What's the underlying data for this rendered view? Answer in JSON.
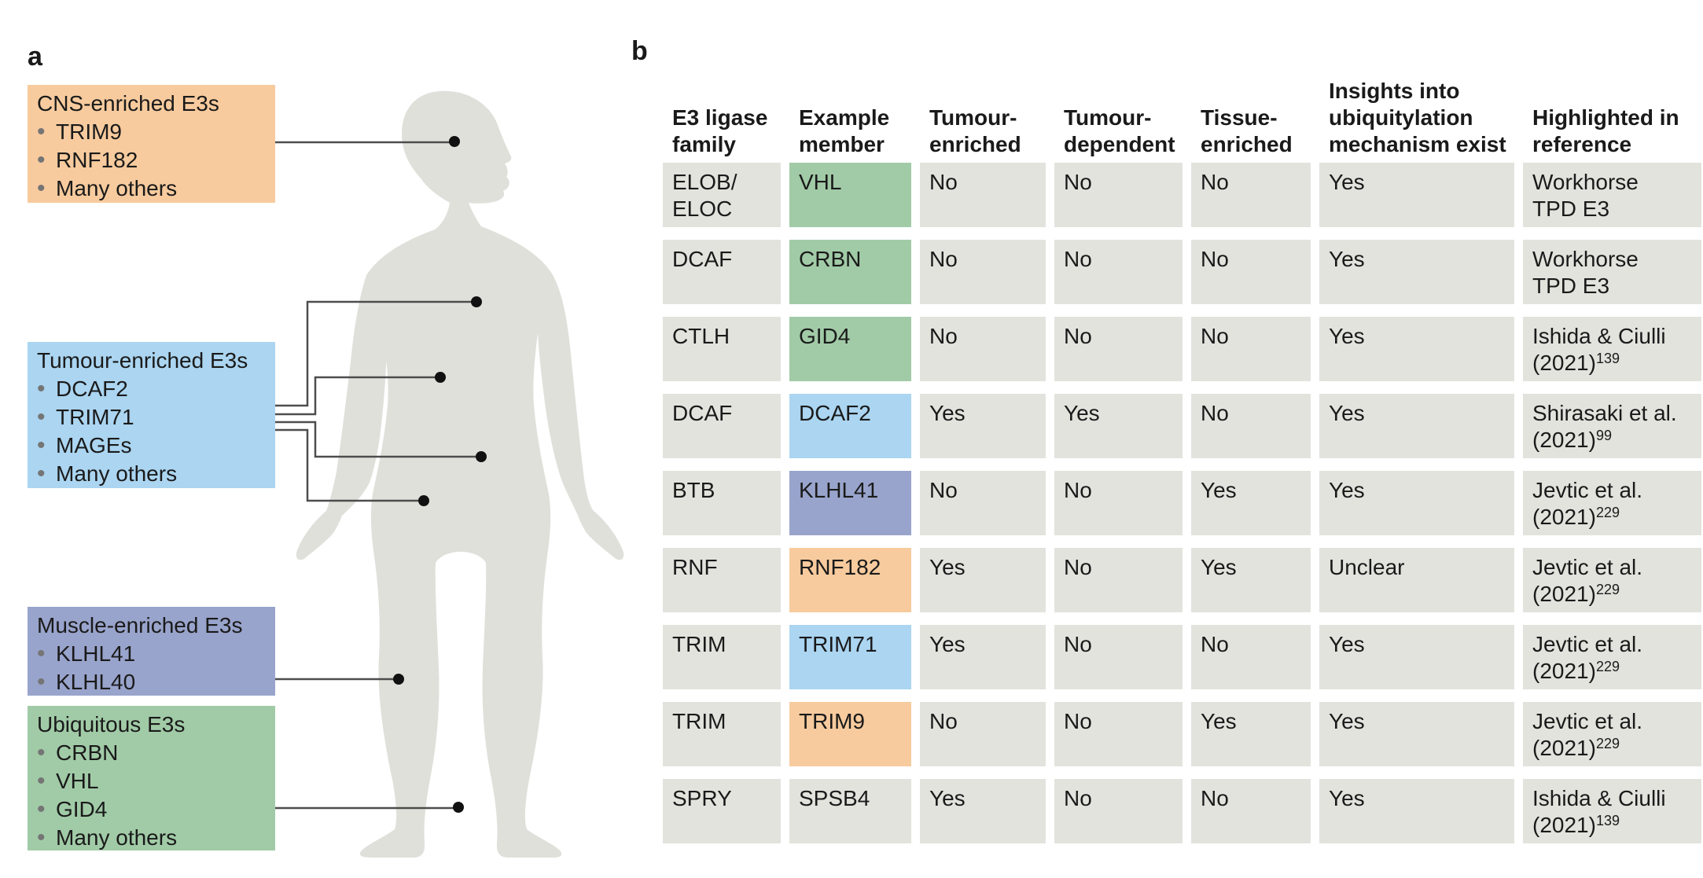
{
  "panel_a": {
    "label": "a",
    "boxes": [
      {
        "id": "cns",
        "title": "CNS-enriched E3s",
        "items": [
          "TRIM9",
          "RNF182",
          "Many others"
        ],
        "color": "#F7CB9E"
      },
      {
        "id": "tumour",
        "title": "Tumour-enriched E3s",
        "items": [
          "DCAF2",
          "TRIM71",
          "MAGEs",
          "Many others"
        ],
        "color": "#ABD5F1"
      },
      {
        "id": "muscle",
        "title": "Muscle-enriched E3s",
        "items": [
          "KLHL41",
          "KLHL40"
        ],
        "color": "#99A4CC"
      },
      {
        "id": "ubiquitous",
        "title": "Ubiquitous E3s",
        "items": [
          "CRBN",
          "VHL",
          "GID4",
          "Many others"
        ],
        "color": "#A1CBA7"
      }
    ]
  },
  "panel_b": {
    "label": "b",
    "table": {
      "headers": [
        "E3 ligase\nfamily",
        "Example\nmember",
        "Tumour-\nenriched",
        "Tumour-\ndependent",
        "Tissue-\nenriched",
        "Insights into\nubiquitylation\nmechanism exist",
        "Highlighted in\nreference"
      ],
      "rows": [
        {
          "family": "ELOB/\nELOC",
          "member": "VHL",
          "member_color": "green",
          "tumour_enriched": "No",
          "tumour_dependent": "No",
          "tissue_enriched": "No",
          "insights": "Yes",
          "reference": "Workhorse\nTPD E3",
          "reference_sup": ""
        },
        {
          "family": "DCAF",
          "member": "CRBN",
          "member_color": "green",
          "tumour_enriched": "No",
          "tumour_dependent": "No",
          "tissue_enriched": "No",
          "insights": "Yes",
          "reference": "Workhorse\nTPD E3",
          "reference_sup": ""
        },
        {
          "family": "CTLH",
          "member": "GID4",
          "member_color": "green",
          "tumour_enriched": "No",
          "tumour_dependent": "No",
          "tissue_enriched": "No",
          "insights": "Yes",
          "reference": "Ishida & Ciulli\n(2021)",
          "reference_sup": "139"
        },
        {
          "family": "DCAF",
          "member": "DCAF2",
          "member_color": "blue",
          "tumour_enriched": "Yes",
          "tumour_dependent": "Yes",
          "tissue_enriched": "No",
          "insights": "Yes",
          "reference": "Shirasaki et al.\n(2021)",
          "reference_sup": "99"
        },
        {
          "family": "BTB",
          "member": "KLHL41",
          "member_color": "purple",
          "tumour_enriched": "No",
          "tumour_dependent": "No",
          "tissue_enriched": "Yes",
          "insights": "Yes",
          "reference": "Jevtic et al.\n(2021)",
          "reference_sup": "229"
        },
        {
          "family": "RNF",
          "member": "RNF182",
          "member_color": "orange",
          "tumour_enriched": "Yes",
          "tumour_dependent": "No",
          "tissue_enriched": "Yes",
          "insights": "Unclear",
          "reference": "Jevtic et al.\n(2021)",
          "reference_sup": "229"
        },
        {
          "family": "TRIM",
          "member": "TRIM71",
          "member_color": "blue",
          "tumour_enriched": "Yes",
          "tumour_dependent": "No",
          "tissue_enriched": "No",
          "insights": "Yes",
          "reference": "Jevtic et al.\n(2021)",
          "reference_sup": "229"
        },
        {
          "family": "TRIM",
          "member": "TRIM9",
          "member_color": "orange",
          "tumour_enriched": "No",
          "tumour_dependent": "No",
          "tissue_enriched": "Yes",
          "insights": "Yes",
          "reference": "Jevtic et al.\n(2021)",
          "reference_sup": "229"
        },
        {
          "family": "SPRY",
          "member": "SPSB4",
          "member_color": "gray",
          "tumour_enriched": "Yes",
          "tumour_dependent": "No",
          "tissue_enriched": "No",
          "insights": "Yes",
          "reference": "Ishida & Ciulli\n(2021)",
          "reference_sup": "139"
        }
      ]
    }
  },
  "colors": {
    "text": "#1A1A1A",
    "cell_gray": "#E3E3DE",
    "body_silhouette": "#E0E0DB",
    "connector_line": "#4D4D4D",
    "target_dot": "#111111",
    "bullet": "#757575",
    "member_fill": {
      "green": "#A1CBA7",
      "blue": "#ABD5F1",
      "purple": "#99A4CC",
      "orange": "#F7CB9E",
      "gray": "#E3E3DE"
    }
  }
}
